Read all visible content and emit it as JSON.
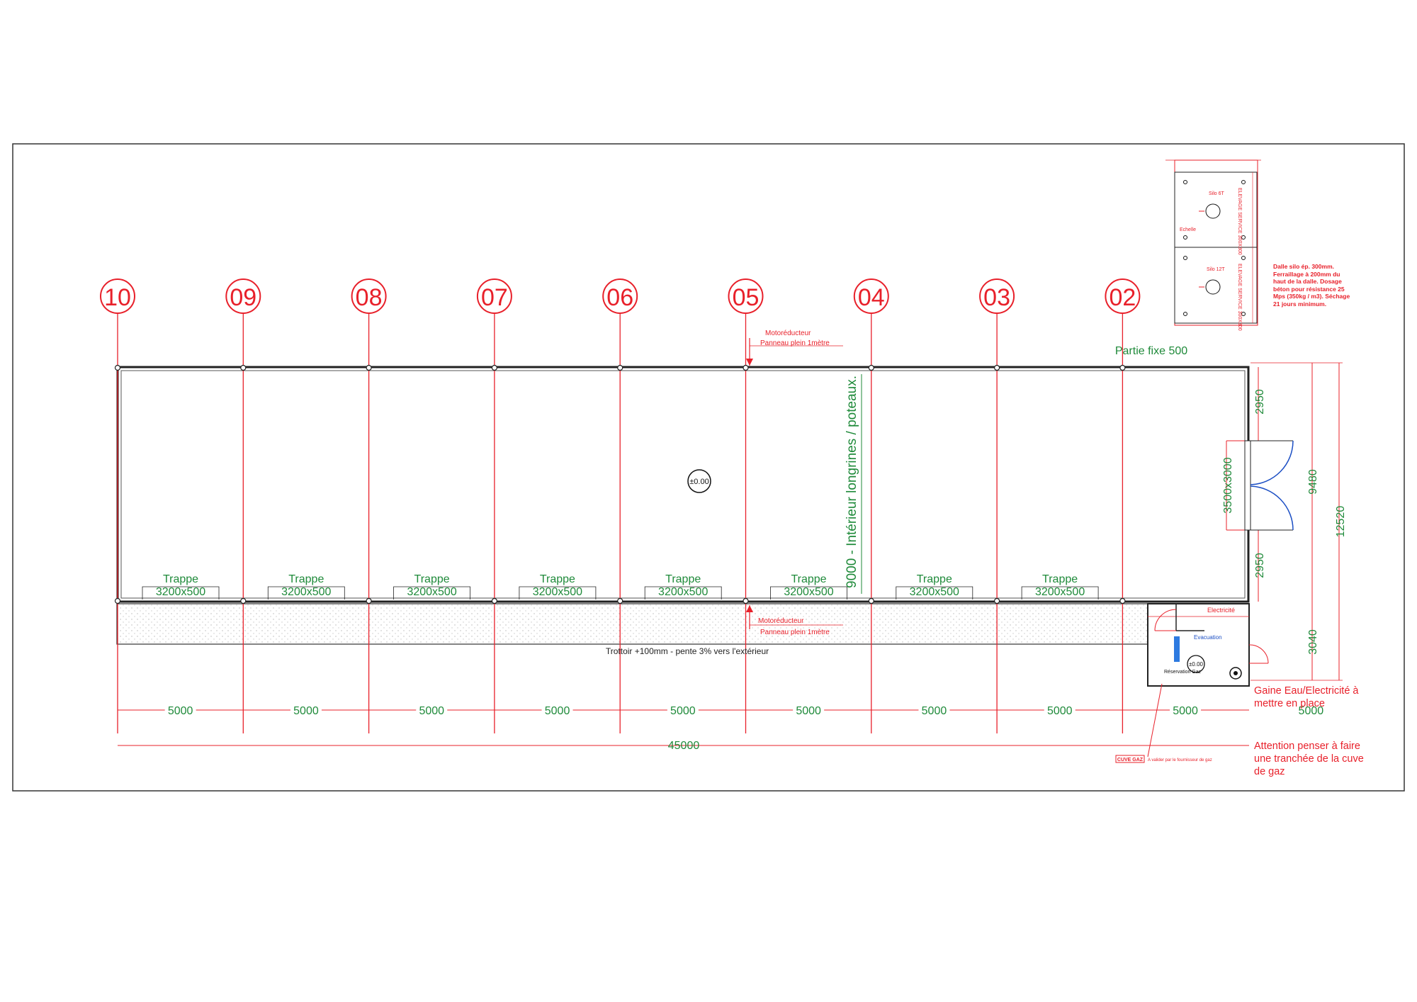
{
  "axes": [
    "10",
    "09",
    "08",
    "07",
    "06",
    "05",
    "04",
    "03",
    "02"
  ],
  "level_mark": "±0.00",
  "trappes": [
    {
      "title": "Trappe",
      "size": "3200x500"
    },
    {
      "title": "Trappe",
      "size": "3200x500"
    },
    {
      "title": "Trappe",
      "size": "3200x500"
    },
    {
      "title": "Trappe",
      "size": "3200x500"
    },
    {
      "title": "Trappe",
      "size": "3200x500"
    },
    {
      "title": "Trappe",
      "size": "3200x500"
    },
    {
      "title": "Trappe",
      "size": "3200x500"
    },
    {
      "title": "Trappe",
      "size": "3200x500"
    }
  ],
  "motor_top": {
    "line1": "Motoréducteur",
    "line2": "Panneau plein 1mètre"
  },
  "motor_bottom": {
    "line1": "Motoréducteur",
    "line2": "Panneau plein 1mètre"
  },
  "inner_dimension": "9000 - Intérieur longrines / poteaux.",
  "sidewalk": "Trottoir +100mm - pente 3% vers l'extérieur",
  "bay_dims": [
    "5000",
    "5000",
    "5000",
    "5000",
    "5000",
    "5000",
    "5000",
    "5000",
    "5000",
    "5000"
  ],
  "total_length": "45000",
  "partie_fixe": "Partie fixe 500",
  "door": "3500x3000",
  "dim_2950_top": "2950",
  "dim_2950_bottom": "2950",
  "dim_9480": "9480",
  "dim_12520": "12520",
  "dim_3040": "3040",
  "silo_note": "Dalle silo ép. 300mm. Ferraillage à 200mm du haut de la dalle. Dosage béton pour résistance 25 Mps (350kg / m3). Séchage 21 jours minimum.",
  "silo_1": {
    "label": "Silo 6T",
    "ladder": "Echelle",
    "side": "ELEVAGE SERVICE 300X300"
  },
  "silo_2": {
    "label": "Silo 12T",
    "side": "ELEVAGE SERVICE 300X300"
  },
  "room": {
    "electricite": "Electricité",
    "evacuation": "Evacuation",
    "level": "±0.00",
    "reservation": "Réservation Gaz"
  },
  "gaine_note": "Gaine Eau/Electricité à mettre en place",
  "gas_note": "Attention penser à faire une tranchée de la cuve de gaz",
  "cuve_gaz": "CUVE GAZ",
  "cuve_note": "A valider par le fournisseur de gaz",
  "colors": {
    "red": "#e8202a",
    "green": "#1f8a3a",
    "ink": "#111111",
    "blue": "#1c4fc4"
  }
}
